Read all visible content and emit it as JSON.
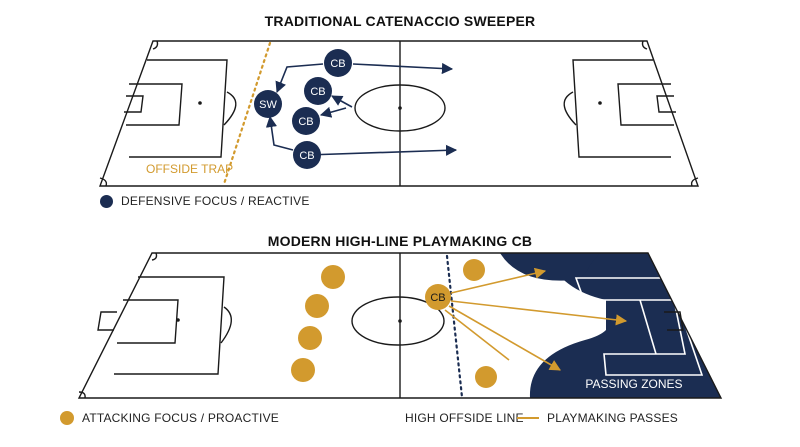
{
  "top": {
    "title": "TRADITIONAL CATENACCIO SWEEPER",
    "offside_label": "OFFSIDE TRAP",
    "players": [
      "CB",
      "CB",
      "CB",
      "CB",
      "SW"
    ],
    "legend": "DEFENSIVE FOCUS / REACTIVE"
  },
  "bottom": {
    "title": "MODERN HIGH-LINE PLAYMAKING CB",
    "player": "CB",
    "zones_label": "PASSING ZONES",
    "legend_attacking": "ATTACKING FOCUS / PROACTIVE",
    "legend_offside": "HIGH OFFSIDE LINE",
    "legend_passes": "PLAYMAKING PASSES"
  },
  "colors": {
    "navy": "#1b2d52",
    "gold": "#d29a2e",
    "line": "#1a1a1a"
  }
}
